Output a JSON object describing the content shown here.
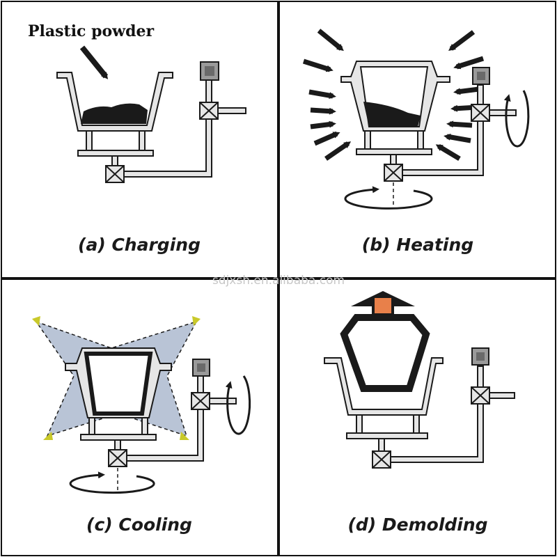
{
  "panels": [
    {
      "id": "a",
      "caption": "(a) Charging",
      "label": "Plastic powder"
    },
    {
      "id": "b",
      "caption": "(b) Heating"
    },
    {
      "id": "c",
      "caption": "(c) Cooling"
    },
    {
      "id": "d",
      "caption": "(d) Demolding"
    }
  ],
  "watermark": "sdjxsh.en.alibaba.com",
  "colors": {
    "line": "#1a1a1a",
    "frame_fill": "#e6e6e6",
    "powder": "#1a1a1a",
    "cooling_cloud": "#b9c4d6",
    "cooling_nozzle": "#c9c92a",
    "demold_block": "#e8804a"
  }
}
